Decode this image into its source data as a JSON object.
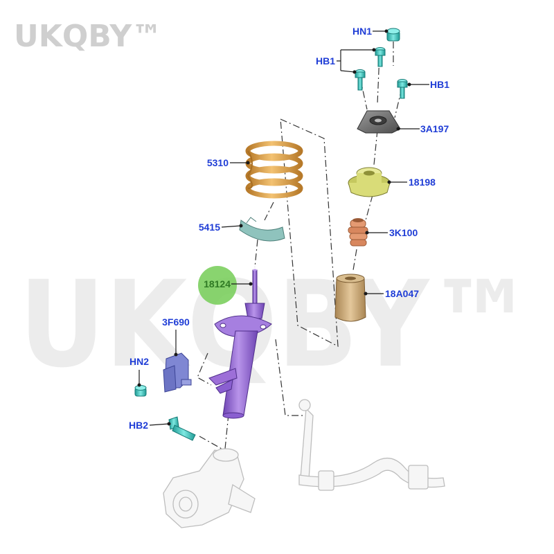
{
  "brand": {
    "text": "UKQBY™"
  },
  "colors": {
    "label": "#1f3dd6",
    "spring": "#e0a64e",
    "strut": "#9d6fd8",
    "fastener": "#3ec8c0",
    "highlight": "#7ccf5f",
    "mount": "#7d7d7d",
    "isolator": "#d9dc78",
    "bump_stop": "#e49a72",
    "boot": "#c9a777",
    "bracket": "#7f87d3",
    "isolator_ring": "#8fc3bd"
  },
  "labels": {
    "hn1": "HN1",
    "hb1_upper": "HB1",
    "hb1_right": "HB1",
    "top_mount": "3A197",
    "coil_spring": "5310",
    "spring_seat": "18198",
    "spring_isolator": "5415",
    "bump_stop": "3K100",
    "strut": "18124",
    "dust_boot": "18A047",
    "bracket": "3F690",
    "hn2": "HN2",
    "hb2": "HB2"
  }
}
